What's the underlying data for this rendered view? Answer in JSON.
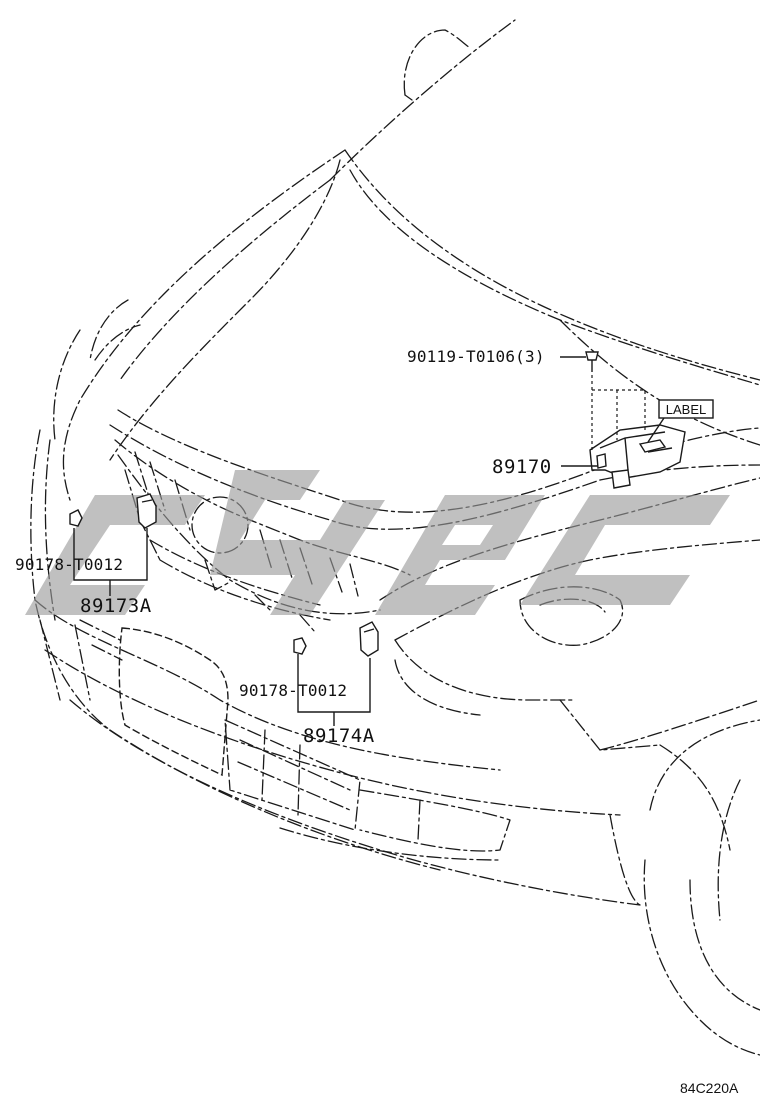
{
  "callouts": {
    "bolt": "90119-T0106(3)",
    "ecu": "89170",
    "label_tag": "LABEL",
    "clip_left": "90178-T0012",
    "sensor_left": "89173A",
    "clip_right": "90178-T0012",
    "sensor_right": "89174A"
  },
  "figure_code": "84C220A",
  "watermark": {
    "color": "#9a9a9a"
  }
}
